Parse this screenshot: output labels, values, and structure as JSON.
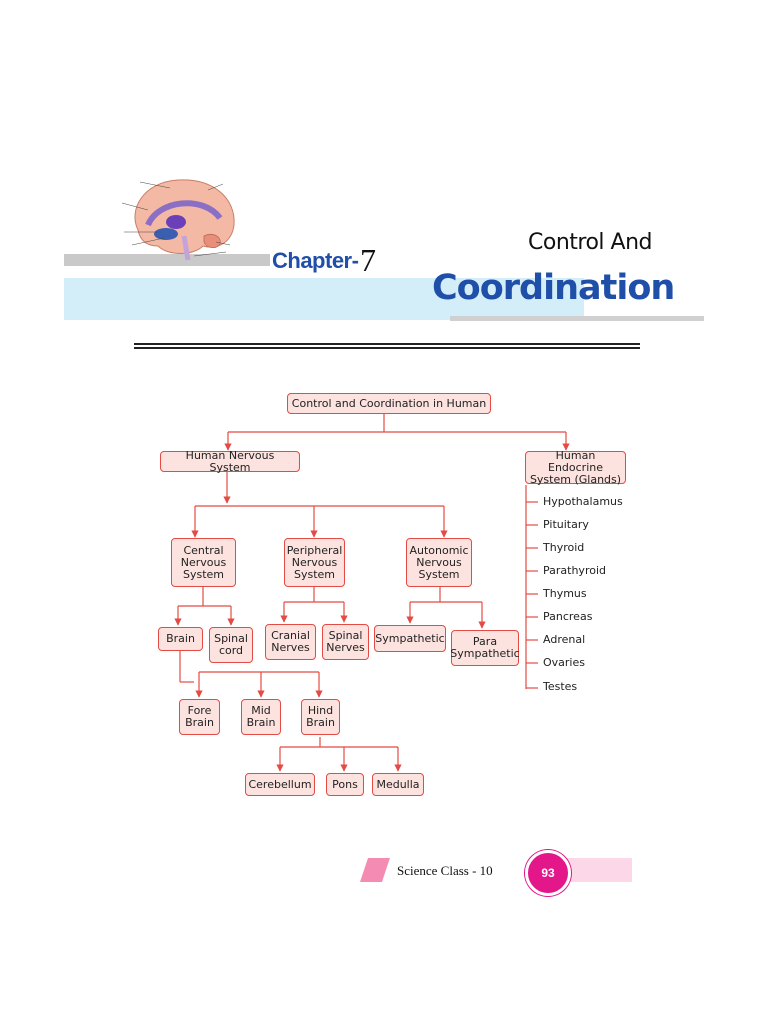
{
  "header": {
    "chapter_label": "Chapter-",
    "chapter_number": "7",
    "title_line1": "Control And",
    "title_line2": "Coordination"
  },
  "flowchart": {
    "root": "Control and Coordination in Human",
    "nervous_system": "Human Nervous System",
    "endocrine_system": "Human Endocrine\nSystem (Glands)",
    "central": "Central\nNervous\nSystem",
    "peripheral": "Peripheral\nNervous\nSystem",
    "autonomic": "Autonomic\nNervous\nSystem",
    "brain": "Brain",
    "spinal_cord": "Spinal\ncord",
    "cranial_nerves": "Cranial\nNerves",
    "spinal_nerves": "Spinal\nNerves",
    "sympathetic": "Sympathetic",
    "para_sympathetic": "Para\nSympathetic",
    "fore_brain": "Fore\nBrain",
    "mid_brain": "Mid\nBrain",
    "hind_brain": "Hind\nBrain",
    "cerebellum": "Cerebellum",
    "pons": "Pons",
    "medulla": "Medulla",
    "glands": [
      "Hypothalamus",
      "Pituitary",
      "Thyroid",
      "Parathyroid",
      "Thymus",
      "Pancreas",
      "Adrenal",
      "Ovaries",
      "Testes"
    ]
  },
  "footer": {
    "label": "Science Class - 10",
    "page_number": "93"
  },
  "colors": {
    "title_blue": "#1f4fa8",
    "band_blue": "#d4eef9",
    "connector_red": "#e44b44",
    "box_fill": "#fde3df",
    "page_badge": "#e3178a",
    "footer_pink": "#f4a3c6"
  }
}
